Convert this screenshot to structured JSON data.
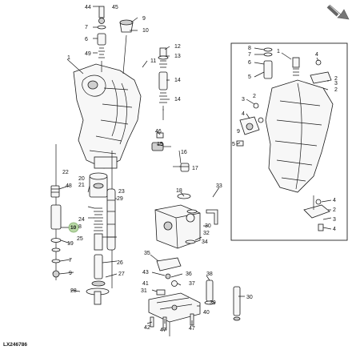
{
  "figure_ref": "LX246786",
  "highlighted_callout": "10",
  "highlight_color": "#b9d8a6",
  "callouts": [
    "1",
    "2",
    "3",
    "4",
    "5",
    "6",
    "7",
    "8",
    "9",
    "10",
    "11",
    "12",
    "13",
    "14",
    "15",
    "16",
    "17",
    "18",
    "19",
    "20",
    "21",
    "22",
    "23",
    "24",
    "25",
    "26",
    "27",
    "28",
    "29",
    "30",
    "31",
    "32",
    "33",
    "34",
    "35",
    "36",
    "37",
    "38",
    "39",
    "40",
    "41",
    "42",
    "43",
    "44",
    "45",
    "46",
    "47",
    "48",
    "49"
  ],
  "icons": [
    "corner-arrow-icon"
  ]
}
